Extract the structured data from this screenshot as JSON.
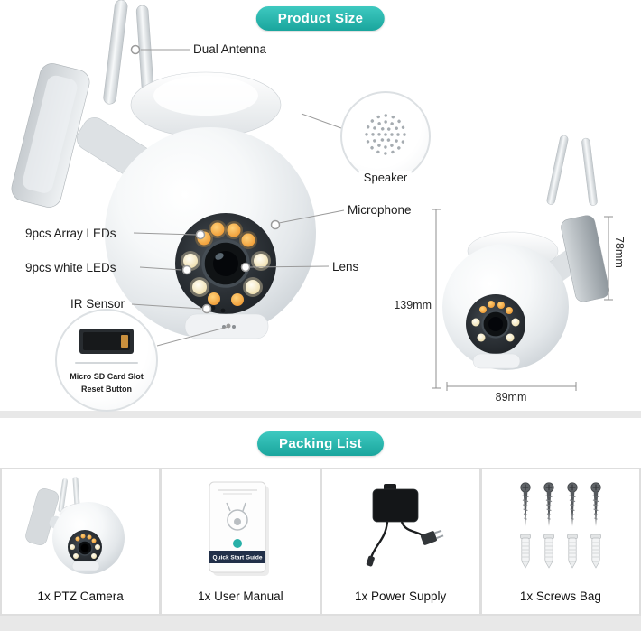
{
  "colors": {
    "accent": "#25b3ab",
    "label_text": "#1c1c1c"
  },
  "product_size": {
    "title": "Product Size",
    "callouts": {
      "dual_antenna": "Dual Antenna",
      "speaker": "Speaker",
      "microphone": "Microphone",
      "array_leds": "9pcs Array LEDs",
      "white_leds": "9pcs white LEDs",
      "lens": "Lens",
      "ir_sensor": "IR Sensor",
      "sd_slot": "Micro SD Card Slot",
      "reset_button": "Reset Button"
    },
    "dimensions": {
      "height": "139mm",
      "depth": "78mm",
      "width": "89mm"
    }
  },
  "packing_list": {
    "title": "Packing List",
    "items": [
      {
        "label": "1x PTZ Camera"
      },
      {
        "label": "1x User Manual"
      },
      {
        "label": "1x Power Supply"
      },
      {
        "label": "1x Screws Bag"
      }
    ],
    "manual_cover_text": "Quick Start Guide"
  }
}
